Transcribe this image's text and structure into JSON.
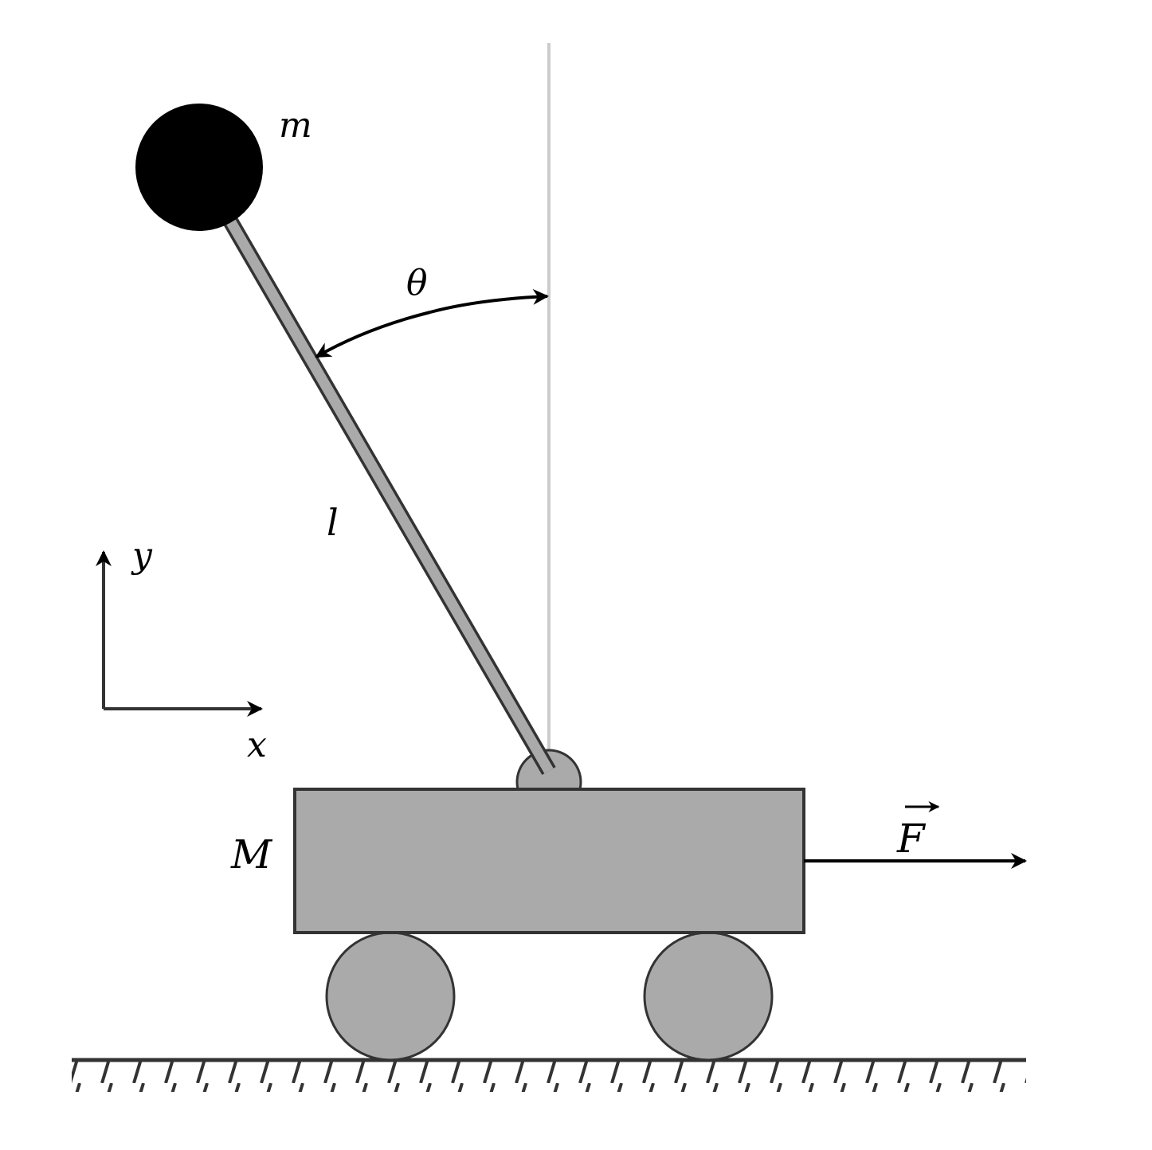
{
  "labels": {
    "pendulum_mass": "m",
    "angle": "θ",
    "length": "l",
    "cart_mass": "M",
    "force": "F",
    "axis_x": "x",
    "axis_y": "y"
  },
  "colors": {
    "background": "#ffffff",
    "outline": "#333333",
    "body_fill": "#aaaaaa",
    "bob_fill": "#000000",
    "vertical_reference": "#cccccc",
    "arrow": "#000000"
  }
}
